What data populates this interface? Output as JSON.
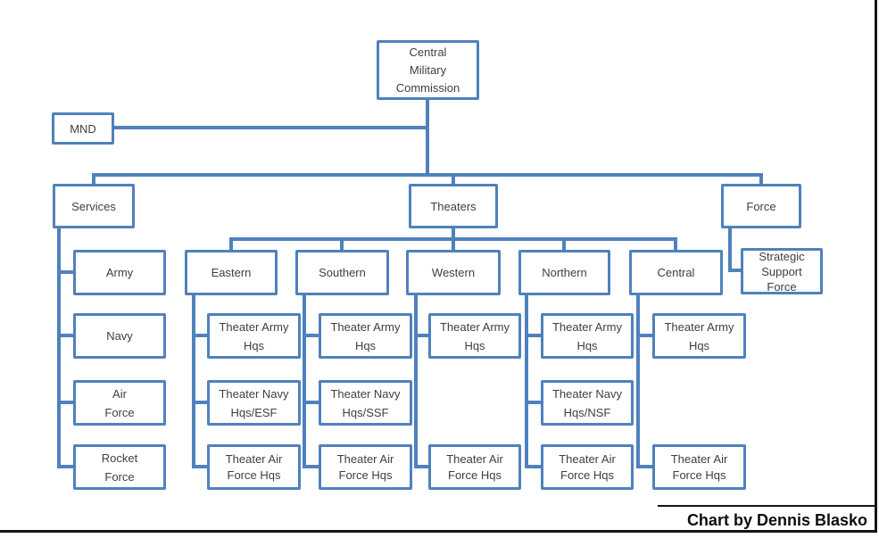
{
  "org": {
    "cmc": {
      "label": "Central\nMilitary\nCommission"
    },
    "mnd": {
      "label": "MND"
    },
    "services": {
      "label": "Services",
      "children": [
        {
          "label": "Army"
        },
        {
          "label": "Navy"
        },
        {
          "label": "Air\nForce"
        },
        {
          "label": "Rocket\nForce"
        }
      ]
    },
    "theaters": {
      "label": "Theaters",
      "commands": [
        {
          "label": "Eastern",
          "children": [
            {
              "label": "Theater Army\nHqs"
            },
            {
              "label": "Theater Navy\nHqs/ESF"
            },
            {
              "label": "Theater Air\nForce Hqs"
            }
          ]
        },
        {
          "label": "Southern",
          "children": [
            {
              "label": "Theater Army\nHqs"
            },
            {
              "label": "Theater Navy\nHqs/SSF"
            },
            {
              "label": "Theater Air\nForce Hqs"
            }
          ]
        },
        {
          "label": "Western",
          "children": [
            {
              "label": "Theater Army\nHqs"
            },
            {
              "label": "Theater Air\nForce Hqs"
            }
          ]
        },
        {
          "label": "Northern",
          "children": [
            {
              "label": "Theater Army\nHqs"
            },
            {
              "label": "Theater Navy\nHqs/NSF"
            },
            {
              "label": "Theater Air\nForce Hqs"
            }
          ]
        },
        {
          "label": "Central",
          "children": [
            {
              "label": "Theater Army\nHqs"
            },
            {
              "label": "Theater Air\nForce Hqs"
            }
          ]
        }
      ]
    },
    "force": {
      "label": "Force",
      "children": [
        {
          "label": "Strategic\nSupport\nForce"
        }
      ]
    }
  },
  "footer": {
    "credit": "Chart by Dennis Blasko"
  },
  "colors": {
    "connector": "#4F81BD",
    "node_border": "#4F81BD",
    "text": "#3F3F3F",
    "frame": "#141414"
  }
}
